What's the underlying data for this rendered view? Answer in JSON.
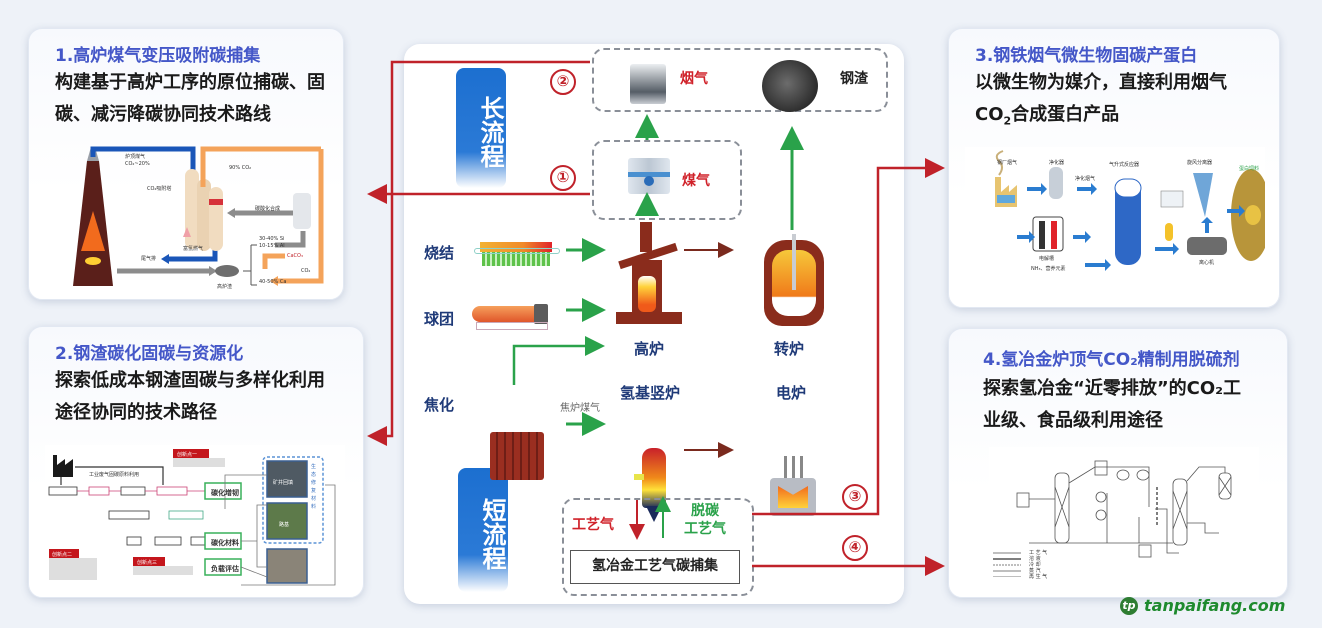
{
  "cards": [
    {
      "title": "1.高炉煤气变压吸附碳捕集",
      "desc_lines": [
        "构建基于高炉工序的原位捕碳、固",
        "碳、减污降碳协同技术路线"
      ],
      "figure_labels": {
        "top_gas": "炉顶煤气",
        "co2_20": "CO₂~20%",
        "co2_90": "90% CO₂",
        "adsorb_tower": "CO₂吸附塔",
        "product_gas": "富氢燃气",
        "slag": "高炉渣",
        "si": "30-40% Si",
        "al": "10-15% Al",
        "ca": "40-50% Ca",
        "caco3": "CaCO₃",
        "co2": "CO₂",
        "synth": "碳酸化合成",
        "exhaust": "尾气排"
      }
    },
    {
      "title": "2.钢渣碳化固碳与资源化",
      "desc_lines": [
        "探索低成本钢渣固碳与多样化利用",
        "途径协同的技术路径"
      ],
      "figure_labels": {
        "flue_flow": "工业废气固碳原料利用",
        "innovation_1": "创新点一",
        "innovation_2": "创新点二",
        "innovation_3": "创新点三",
        "carbonation_mining": "碳化增韧",
        "carbonation_material": "碳化材料",
        "load_eval": "负载评估",
        "eco_material": "生态修复材料",
        "mine": "矿井回填",
        "road": "路基"
      }
    },
    {
      "title": "3.钢铁烟气微生物固碳产蛋白",
      "desc_lines": [
        "以微生物为媒介，直接利用烟气",
        "CO₂合成蛋白产品"
      ],
      "figure_labels": {
        "steel_flue": "钢厂烟气",
        "purifier": "净化器",
        "clean_gas": "净化烟气",
        "reactor": "气升式反应器",
        "separator": "旋风分离器",
        "product": "蛋白饲料",
        "electrolyzer": "电解槽",
        "centrifuge": "离心机",
        "nutrients": "NH₃、营养元素"
      }
    },
    {
      "title": "4.氢冶金炉顶气CO₂精制用脱硫剂",
      "desc_lines": [
        "探索氢冶金“近零排放”的CO₂工",
        "业级、食品级利用途径"
      ],
      "figure_labels": {
        "legend": [
          "工 艺 气",
          "溶 液",
          "冷 却",
          "蒸 汽",
          "再 生 气"
        ]
      }
    }
  ],
  "center": {
    "long_route": "长流程",
    "short_route": "短流程",
    "processes": {
      "sinter": "烧结",
      "pellet": "球团",
      "coking": "焦化",
      "blast_furnace": "高炉",
      "converter": "转炉",
      "h2_shaft": "氢基竖炉",
      "eaf": "电炉"
    },
    "flue_gas": "烟气",
    "steel_slag": "钢渣",
    "bf_gas": "煤气",
    "coke_oven_gas": "焦炉煤气",
    "process_gas": "工艺气",
    "decarb_gas_line1": "脱碳",
    "decarb_gas_line2": "工艺气",
    "capture": "氢冶金工艺气碳捕集",
    "route_numbers": [
      "①",
      "②",
      "③",
      "④"
    ]
  },
  "colors": {
    "title_blue": "#4457c8",
    "route_blue": "#1c6fd0",
    "connector_red": "#c0222a",
    "flow_green": "#2aa24a",
    "flow_brown": "#7a2a1e"
  },
  "watermark": {
    "mark": "tp",
    "text": "tanpaifang.com"
  }
}
